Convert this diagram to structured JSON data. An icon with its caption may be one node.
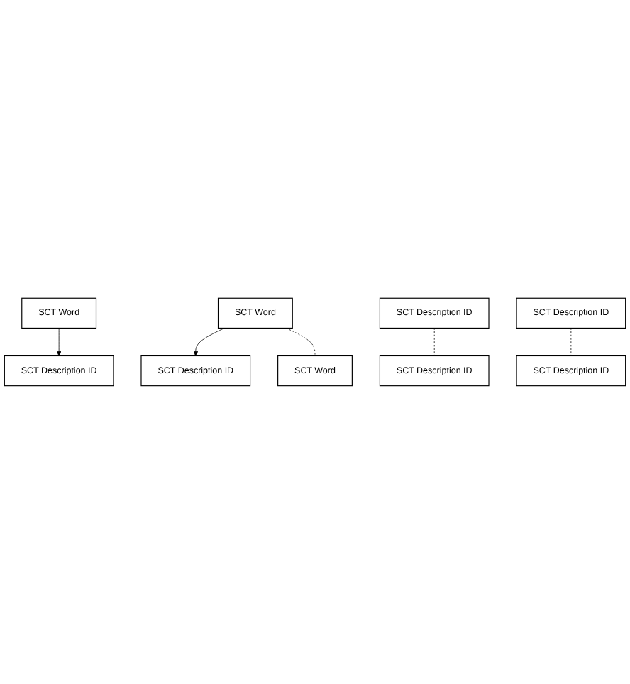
{
  "diagram": {
    "nodes": [
      {
        "text": [
          "SCT Word"
        ]
      },
      {
        "text": [
          "SCT Word"
        ]
      },
      {
        "text": [
          "SCT Word"
        ]
      },
      {
        "text": [
          "SCT Description ID"
        ]
      },
      {
        "text": [
          "SCT Description ID"
        ]
      },
      {
        "text": [
          "SCT Description ID"
        ]
      },
      {
        "text": [
          "SCT Description ID"
        ]
      },
      {
        "text": [
          "SCT Description ID"
        ]
      },
      {
        "text": [
          "SCT Description ID"
        ]
      }
    ],
    "edges": [
      {
        "from": 0,
        "to": 3,
        "arrow": "to"
      },
      {
        "from": 1,
        "to": 6,
        "arrow": "to"
      },
      {
        "from": 1,
        "to": 2,
        "arrow": "none",
        "style": "dashed"
      },
      {
        "from": 4,
        "to": 5,
        "arrow": "none",
        "style": "dashed"
      },
      {
        "from": 7,
        "to": 8,
        "arrow": "none",
        "style": "dashed"
      }
    ]
  }
}
